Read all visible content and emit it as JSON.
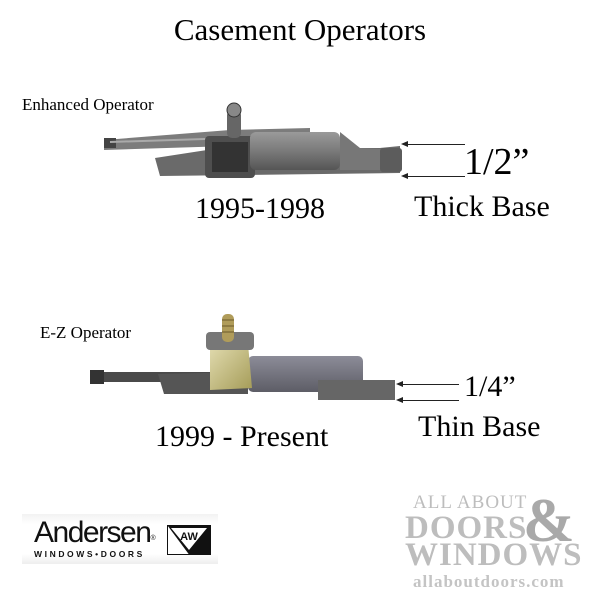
{
  "title": "Casement Operators",
  "operators": [
    {
      "name": "Enhanced Operator",
      "years": "1995-1998",
      "measurement": "1/2”",
      "base": "Thick Base"
    },
    {
      "name": "E-Z Operator",
      "years": "1999 - Present",
      "measurement": "1/4”",
      "base": "Thin Base"
    }
  ],
  "logos": {
    "andersen": {
      "name": "Andersen",
      "registered": "®",
      "tagline": "WINDOWS•DOORS",
      "emblem": "AW"
    },
    "all_about_doors": {
      "line1": "ALL ABOUT",
      "line2": "DOORS",
      "ampersand": "&",
      "line3": "WINDOWS",
      "url": "allaboutdoors.com"
    }
  },
  "colors": {
    "arrow": "#222222",
    "watermark": "#bdbdbd",
    "operator_metal": "#6f6f6f",
    "operator_brass": "#c9c08a"
  }
}
